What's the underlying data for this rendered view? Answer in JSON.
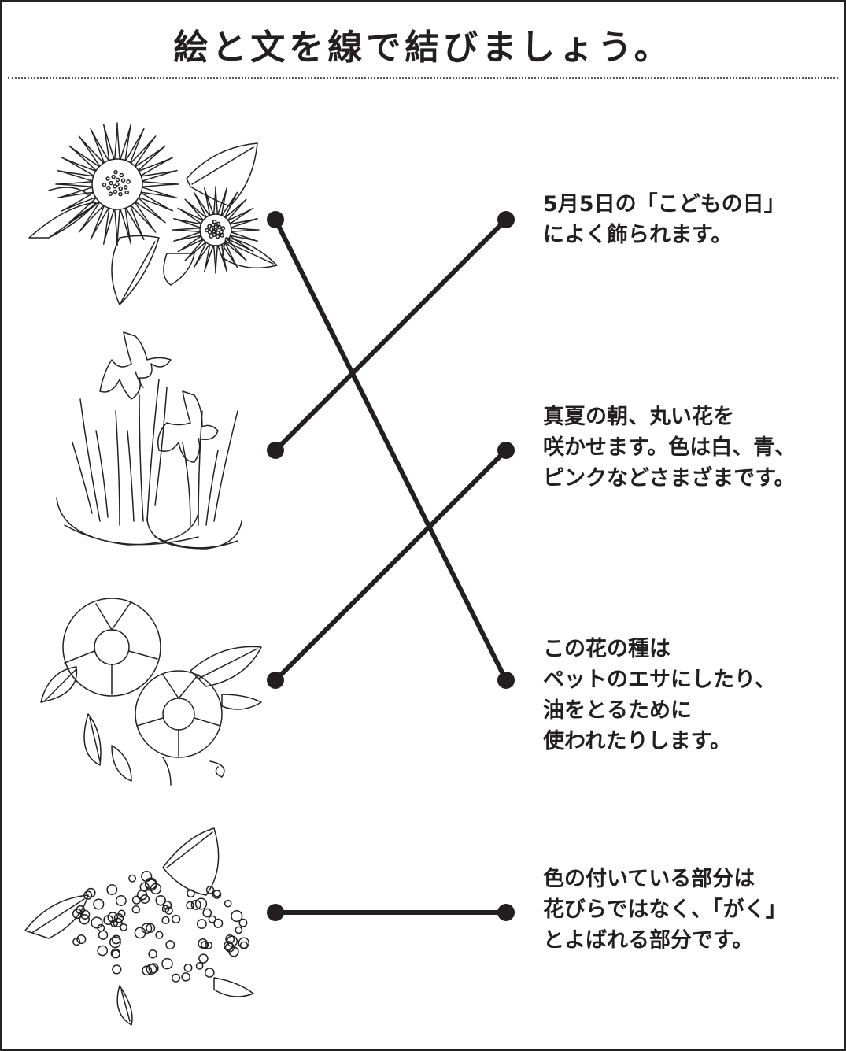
{
  "title": "絵と文を線で結びましょう。",
  "pictures": [
    {
      "icon": "sunflower-icon"
    },
    {
      "icon": "iris-icon"
    },
    {
      "icon": "morning-glory-icon"
    },
    {
      "icon": "hydrangea-icon"
    }
  ],
  "descriptions": [
    {
      "lines": [
        "5月5日の「こどもの日」",
        "によく飾られます。"
      ]
    },
    {
      "lines": [
        "真夏の朝、丸い花を",
        "咲かせます。色は白、青、",
        "ピンクなどさまざまです。"
      ]
    },
    {
      "lines": [
        "この花の種は",
        "ペットのエサにしたり、",
        "油をとるために",
        "使われたりします。"
      ]
    },
    {
      "lines": [
        "色の付いている部分は",
        "花びらではなく、「がく」",
        "とよばれる部分です。"
      ]
    }
  ],
  "connections": [
    {
      "picture": 0,
      "description": 2
    },
    {
      "picture": 1,
      "description": 0
    },
    {
      "picture": 2,
      "description": 1
    },
    {
      "picture": 3,
      "description": 3
    }
  ],
  "colors": {
    "ink": "#231f20",
    "paper": "#ffffff"
  }
}
